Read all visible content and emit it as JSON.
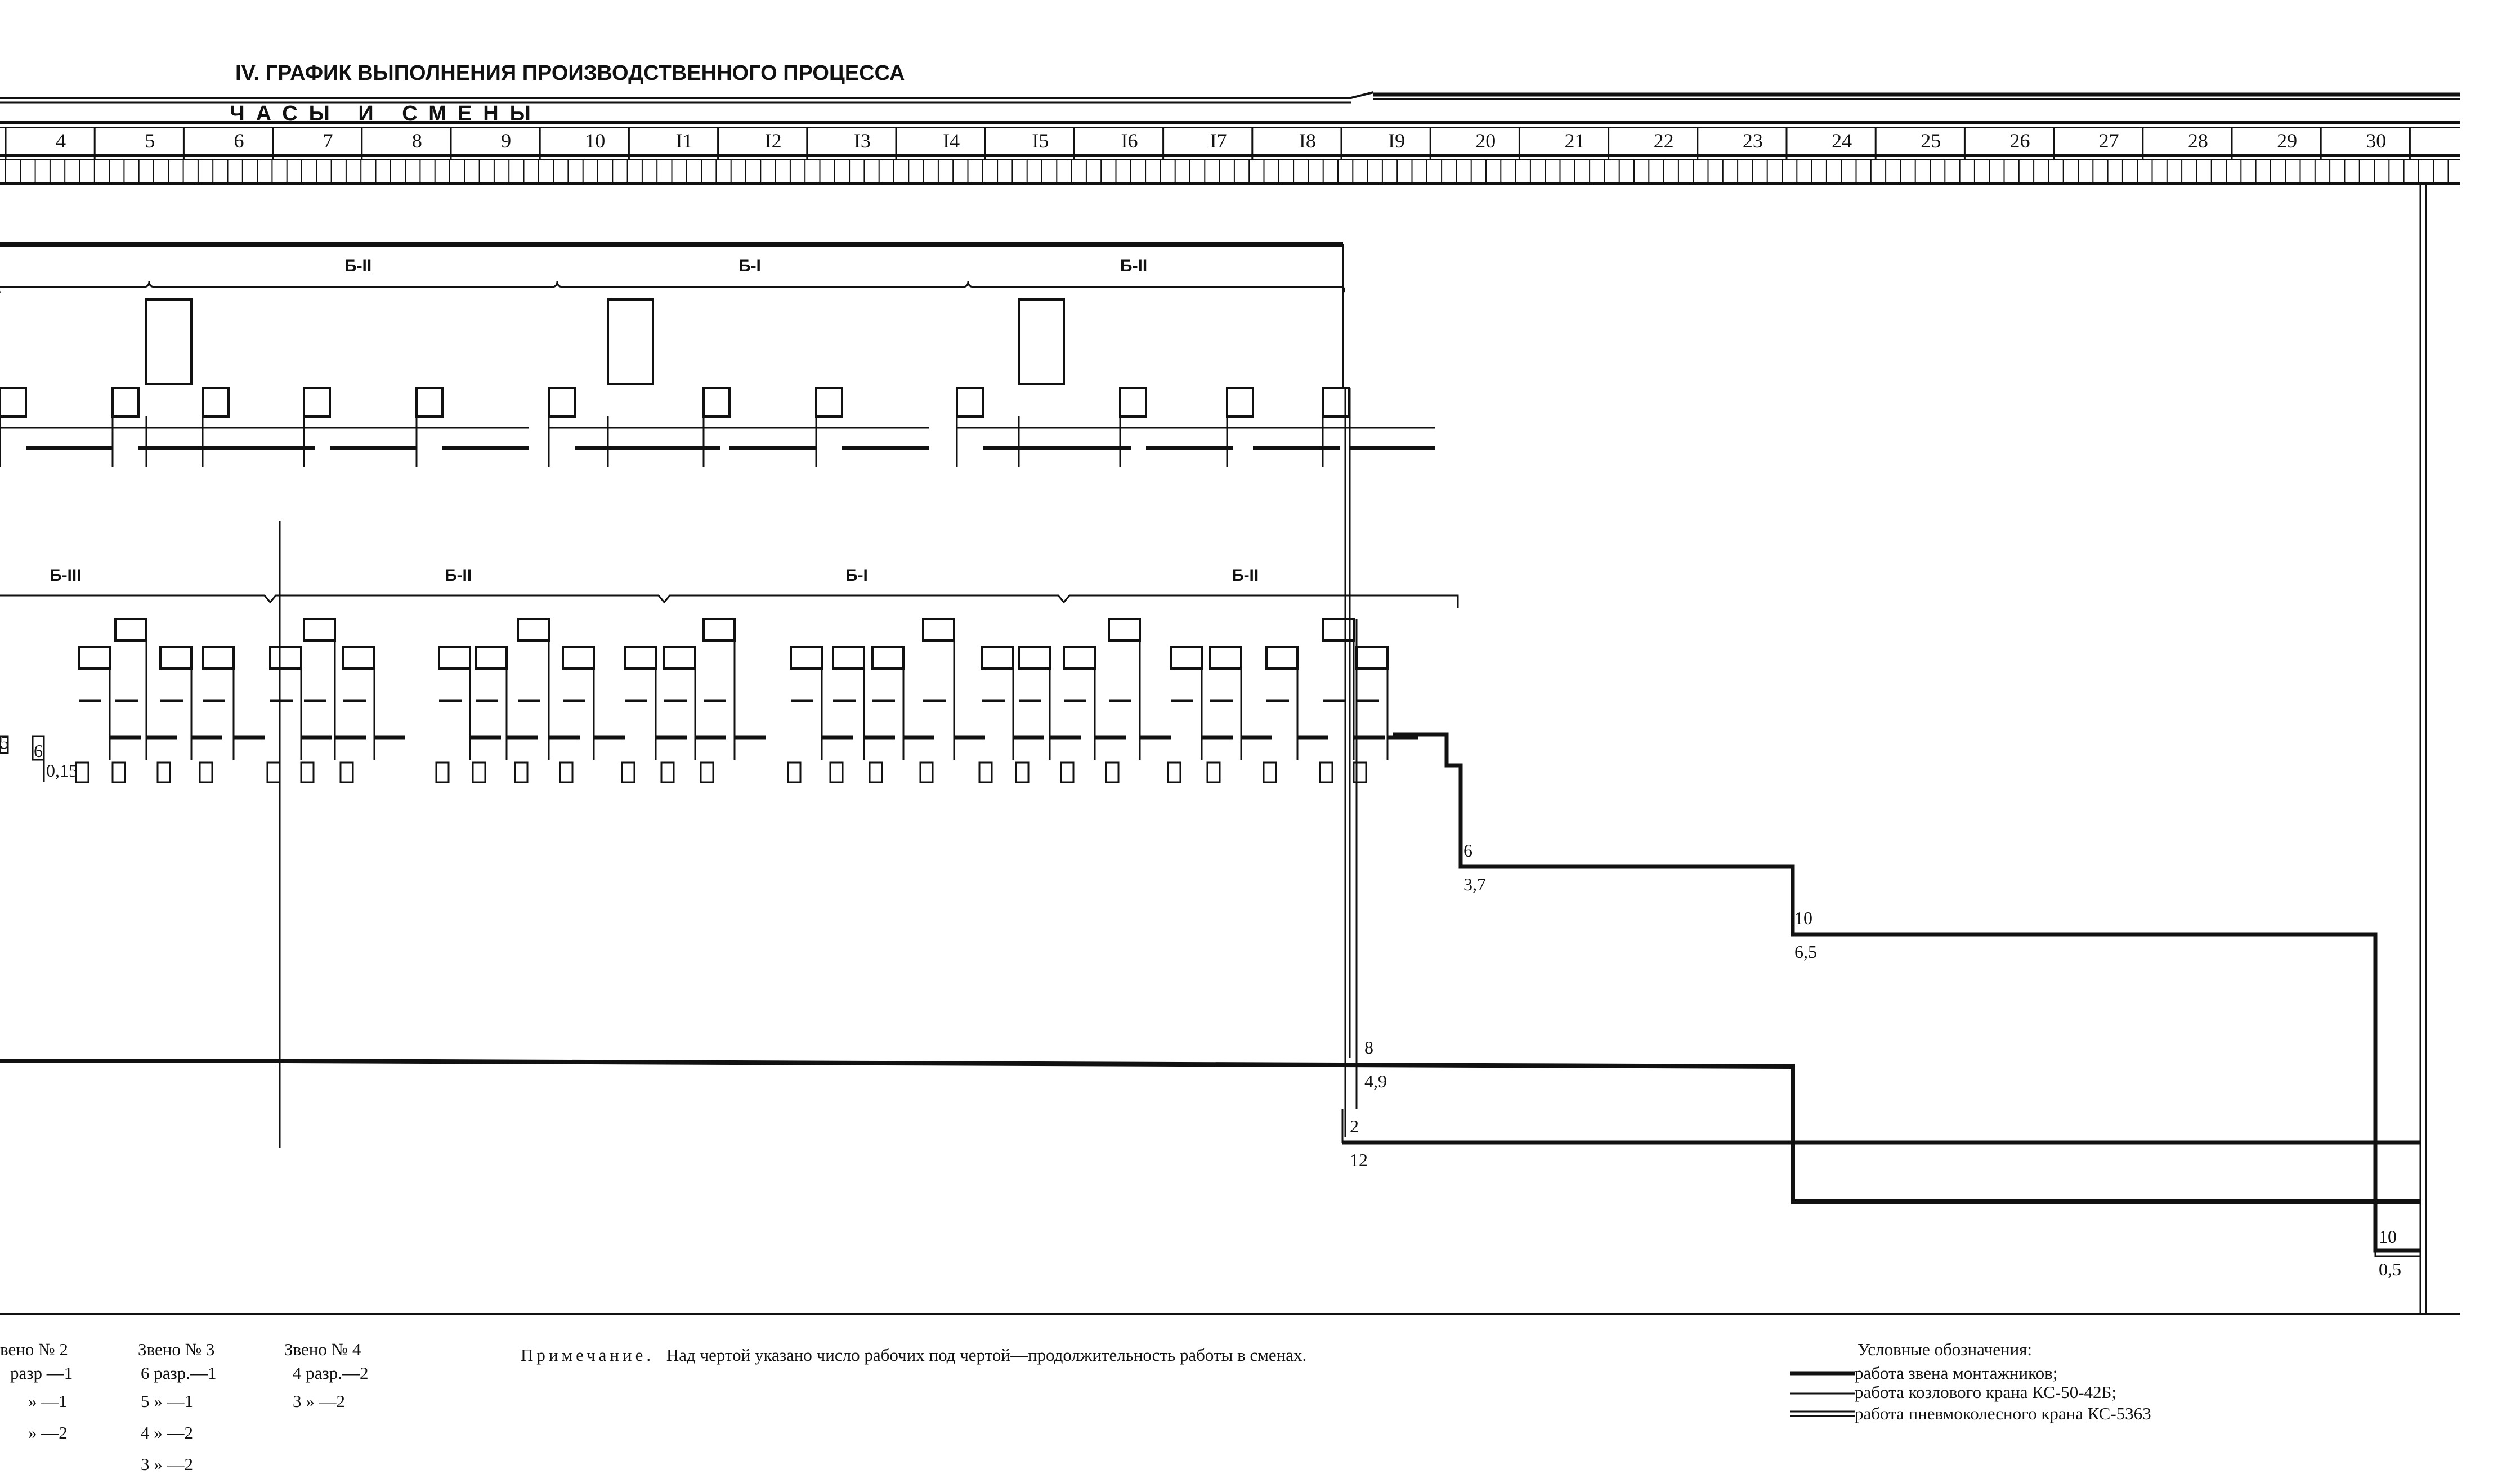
{
  "title": "IV. ГРАФИК ВЫПОЛНЕНИЯ ПРОИЗВОДСТВЕННОГО ПРОЦЕССА",
  "header_label": "ЧАСЫ И СМЕНЫ",
  "shift_numbers": [
    "4",
    "5",
    "6",
    "7",
    "8",
    "9",
    "10",
    "I1",
    "I2",
    "I3",
    "I4",
    "I5",
    "I6",
    "I7",
    "I8",
    "I9",
    "20",
    "21",
    "22",
    "23",
    "24",
    "25",
    "26",
    "27",
    "28",
    "29",
    "30"
  ],
  "upper_section_labels": [
    "Б-II",
    "Б-I",
    "Б-II"
  ],
  "lower_section_labels": [
    "Б-III",
    "Б-II",
    "Б-I",
    "Б-II"
  ],
  "segment_annotations": [
    {
      "workers": "6",
      "duration": "3,7"
    },
    {
      "workers": "10",
      "duration": "6,5"
    },
    {
      "workers": "8",
      "duration": "4,9"
    },
    {
      "workers": "2",
      "duration": "12"
    },
    {
      "workers": "10",
      "duration": "0,5"
    }
  ],
  "left_annotations": [
    "5",
    "6",
    "0,15"
  ],
  "crews": [
    {
      "title": "вено № 2",
      "lines": [
        "разр —1",
        "» —1",
        "» —2"
      ]
    },
    {
      "title": "Звено № 3",
      "lines": [
        "6 разр.—1",
        "5 » —1",
        "4 » —2",
        "3 » —2"
      ]
    },
    {
      "title": "Звено № 4",
      "lines": [
        "4 разр.—2",
        "3 » —2"
      ]
    }
  ],
  "note": {
    "label": "Примечание.",
    "text": "Над чертой указано число рабочих под чертой—продолжительность работы в сменах."
  },
  "legend": {
    "title": "Условные обозначения:",
    "items": [
      {
        "label": "работа звена монтажников;",
        "style": "thick"
      },
      {
        "label": "работа козлового крана КС-50-42Б;",
        "style": "thin"
      },
      {
        "label": "работа пневмоколесного крана КС-5363",
        "style": "double"
      }
    ]
  }
}
